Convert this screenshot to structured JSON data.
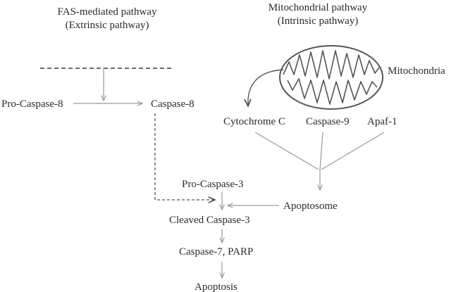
{
  "extrinsic": {
    "title": "FAS-mediated pathway",
    "subtitle": "(Extrinsic pathway)"
  },
  "intrinsic": {
    "title": "Mitochondrial pathway",
    "subtitle": "(Intrinsic pathway)"
  },
  "nodes": {
    "mitochondria": "Mitochondria",
    "pro_caspase_8": "Pro-Caspase-8",
    "caspase_8": "Caspase-8",
    "cytochrome_c": "Cytochrome C",
    "caspase_9": "Caspase-9",
    "apaf_1": "Apaf-1",
    "pro_caspase_3": "Pro-Caspase-3",
    "apoptosome": "Apoptosome",
    "cleaved_caspase_3": "Cleaved Caspase-3",
    "caspase_7_parp": "Caspase-7, PARP",
    "apoptosis": "Apoptosis"
  }
}
